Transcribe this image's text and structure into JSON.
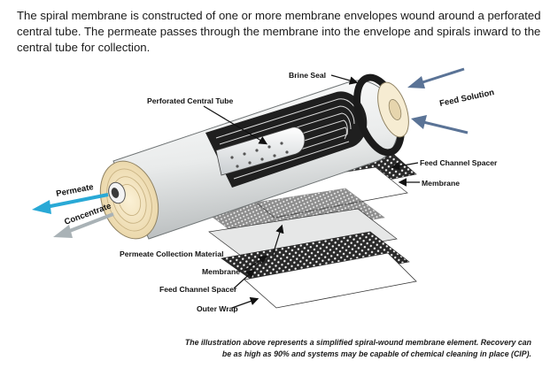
{
  "intro": "The spiral membrane is constructed of one or more membrane envelopes wound around a perforated central tube. The permeate passes through the membrane into the envelope and spirals inward to the central tube for collection.",
  "labels": {
    "brine_seal": "Brine Seal",
    "feed_solution": "Feed Solution",
    "perforated_central_tube": "Perforated Central Tube",
    "feed_channel_spacer_top": "Feed Channel Spacer",
    "membrane_top": "Membrane",
    "permeate": "Permeate",
    "concentrate": "Concentrate",
    "permeate_collection_material": "Permeate Collection Material",
    "membrane_bottom": "Membrane",
    "feed_channel_spacer_bottom": "Feed Channel Spacer",
    "outer_wrap": "Outer Wrap"
  },
  "caption": {
    "line1": "The illustration above represents a simplified spiral-wound membrane element. Recovery can",
    "line2": "be as high as 90% and systems may be capable of chemical cleaning in place (CIP)."
  },
  "colors": {
    "permeate_arrow": "#29a9d6",
    "concentrate_arrow": "#a9b2b6",
    "feed_arrow": "#5a7396",
    "end_cap": "#f1e2bd",
    "shell": "#eef0f0",
    "brine_seal": "#1b1b1b"
  }
}
